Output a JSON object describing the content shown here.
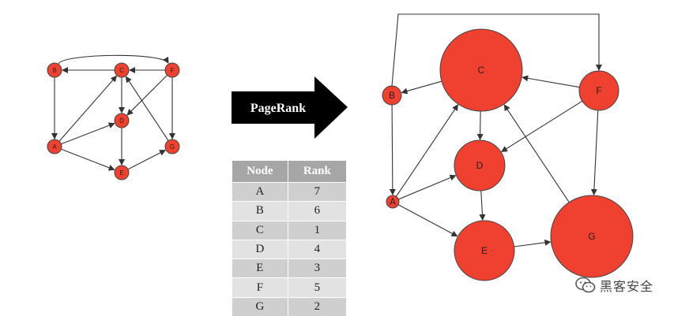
{
  "arrow": {
    "label": "PageRank"
  },
  "table": {
    "headers": [
      "Node",
      "Rank"
    ],
    "rows": [
      [
        "A",
        "7"
      ],
      [
        "B",
        "6"
      ],
      [
        "C",
        "1"
      ],
      [
        "D",
        "4"
      ],
      [
        "E",
        "3"
      ],
      [
        "F",
        "5"
      ],
      [
        "G",
        "2"
      ]
    ]
  },
  "nodes": {
    "A": "A",
    "B": "B",
    "C": "C",
    "D": "D",
    "E": "E",
    "F": "F",
    "G": "G"
  },
  "edges": [
    [
      "B",
      "F"
    ],
    [
      "C",
      "B"
    ],
    [
      "F",
      "C"
    ],
    [
      "B",
      "A"
    ],
    [
      "A",
      "C"
    ],
    [
      "A",
      "D"
    ],
    [
      "A",
      "E"
    ],
    [
      "C",
      "D"
    ],
    [
      "F",
      "D"
    ],
    [
      "D",
      "E"
    ],
    [
      "E",
      "G"
    ],
    [
      "F",
      "G"
    ],
    [
      "G",
      "C"
    ]
  ],
  "colors": {
    "node_fill": "#f04030",
    "node_stroke": "#444444",
    "arrow_fill": "#000000"
  },
  "watermark": {
    "text": "黑客安全",
    "icon": "wechat-icon"
  }
}
